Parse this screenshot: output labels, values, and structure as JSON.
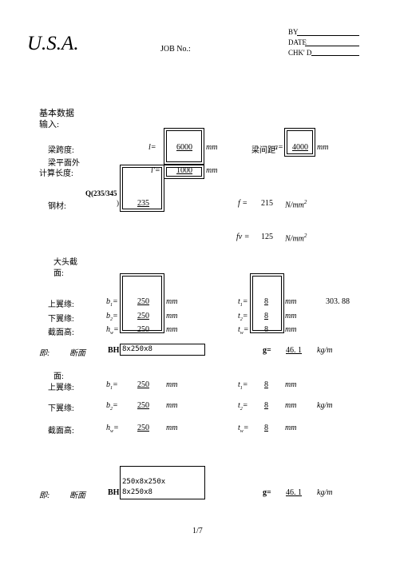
{
  "header": {
    "title": "U.S.A.",
    "job_no": "JOB No.:",
    "by": "BY",
    "date": "DATE",
    "chk_d": "CHK' D"
  },
  "basic": {
    "heading_line1": "基本数据",
    "heading_line2": "输入:"
  },
  "span": {
    "label": "梁跨度:",
    "symbol": "l=",
    "value": "6000",
    "unit": "mm"
  },
  "spacing": {
    "label": "梁间距",
    "symbol": "a=",
    "value": "4000",
    "unit": "mm"
  },
  "unbraced": {
    "label_line1": "梁平面外",
    "label_line2": "计算长度:",
    "symbol": "l'=",
    "value": "1000",
    "unit": "mm"
  },
  "steel": {
    "label": "钢材:",
    "grade_line1": "Q(235/345",
    "grade_line2": ")",
    "value": "235"
  },
  "f": {
    "symbol": "f =",
    "value": "215",
    "unit": "N/mm",
    "sup": "2"
  },
  "fv": {
    "symbol": "fv =",
    "value": "125",
    "unit": "N/mm",
    "sup": "2"
  },
  "big_end": {
    "heading_line1": "大头截",
    "heading_line2": "面:",
    "rows": [
      {
        "label": "上翼缘:",
        "b_sym": "b",
        "b_sub": "1",
        "b_val": "250",
        "b_unit": "mm",
        "t_sym": "t",
        "t_sub": "1",
        "t_val": "8",
        "t_unit": "mm",
        "extra": "303. 88"
      },
      {
        "label": "下翼缘:",
        "b_sym": "b",
        "b_sub": "2",
        "b_val": "250",
        "b_unit": "mm",
        "t_sym": "t",
        "t_sub": "2",
        "t_val": "8",
        "t_unit": "mm",
        "extra": ""
      },
      {
        "label": "截面高:",
        "b_sym": "h",
        "b_sub": "w",
        "b_val": "250",
        "b_unit": "mm",
        "t_sym": "t",
        "t_sub": "w",
        "t_val": "8",
        "t_unit": "mm",
        "extra": ""
      }
    ],
    "section_prefix": "即:",
    "section_word": "断面",
    "section_code": "BH",
    "section_text": "8x250x8",
    "g_label": "g=",
    "g_value": "46. 1",
    "g_unit": "kg/m"
  },
  "small_end": {
    "heading": "面:",
    "rows": [
      {
        "label": "上翼缘:",
        "b_sym": "b",
        "b_sub": "1",
        "b_val": "250",
        "b_unit": "mm",
        "t_sym": "t",
        "t_sub": "1",
        "t_val": "8",
        "t_unit": "mm",
        "extra": ""
      },
      {
        "label": "下翼缘:",
        "b_sym": "b",
        "b_sub": "2",
        "b_val": "250",
        "b_unit": "mm",
        "t_sym": "t",
        "t_sub": "2",
        "t_val": "8",
        "t_unit": "mm",
        "extra": "kg/m"
      },
      {
        "label": "截面高:",
        "b_sym": "h",
        "b_sub": "w",
        "b_val": "250",
        "b_unit": "mm",
        "t_sym": "t",
        "t_sub": "w",
        "t_val": "8",
        "t_unit": "mm",
        "extra": ""
      }
    ],
    "section_prefix": "即:",
    "section_word": "断面",
    "section_code": "BH",
    "section_text_line1": "250x8x250x",
    "section_text_line2": "8x250x8",
    "g_label": "g=",
    "g_value": "46. 1",
    "g_unit": "kg/m"
  },
  "footer": {
    "page": "1/7"
  }
}
